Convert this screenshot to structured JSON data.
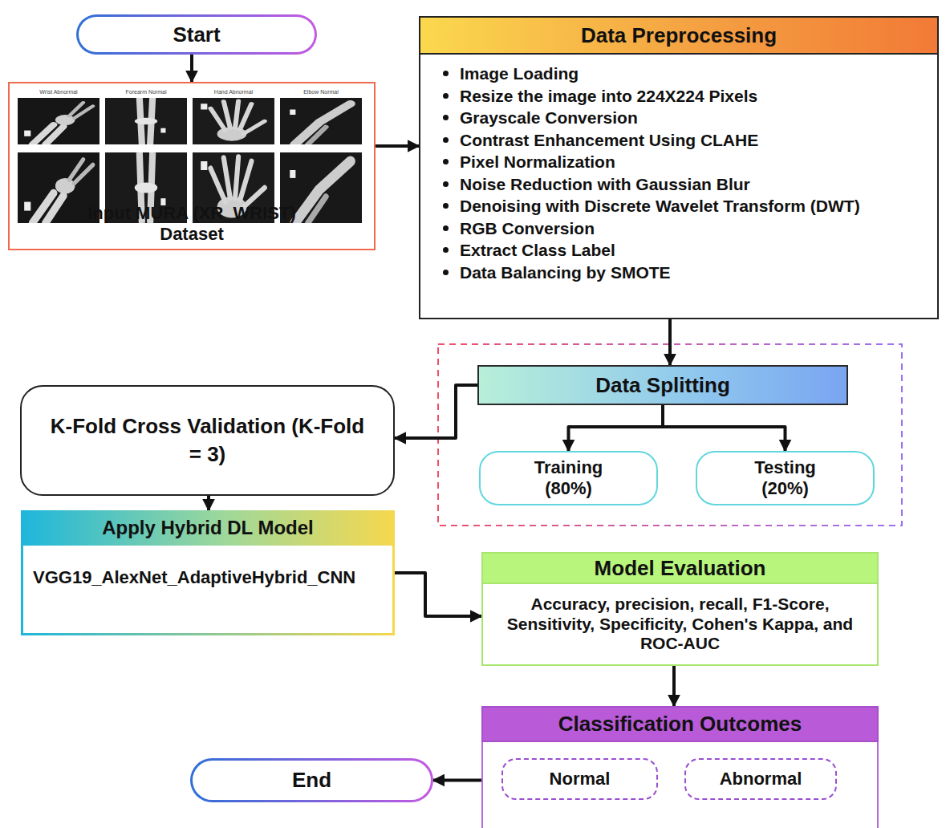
{
  "diagram": {
    "nodes": [
      {
        "text": [
          "Start"
        ]
      },
      {
        "text": [
          "Input MURA (XR_WRIST) Dataset"
        ]
      },
      {
        "text": [
          "Data Preprocessing",
          "Image Loading",
          "Resize the image into 224X224 Pixels",
          "Grayscale Conversion",
          "Contrast Enhancement Using CLAHE",
          "Pixel Normalization",
          "Noise Reduction with Gaussian Blur",
          "Denoising with Discrete Wavelet Transform (DWT)",
          "RGB Conversion",
          "Extract Class Label",
          "Data Balancing by SMOTE"
        ]
      },
      {
        "text": [
          "Data Splitting"
        ]
      },
      {
        "text": [
          "Training (80%)"
        ]
      },
      {
        "text": [
          "Testing (20%)"
        ]
      },
      {
        "text": [
          "K-Fold Cross Validation (K-Fold = 3)"
        ]
      },
      {
        "text": [
          "Apply Hybrid DL Model",
          "VGG19_AlexNet_AdaptiveHybrid_CNN"
        ]
      },
      {
        "text": [
          "Model Evaluation",
          "Accuracy, precision, recall, F1-Score, Sensitivity, Specificity, Cohen's Kappa, and ROC-AUC"
        ]
      },
      {
        "text": [
          "Classification Outcomes"
        ]
      },
      {
        "text": [
          "Normal"
        ],
        "in": 9
      },
      {
        "text": [
          "Abnormal"
        ],
        "in": 9
      },
      {
        "text": [
          "End"
        ]
      }
    ],
    "edges": [
      {
        "from": 0,
        "to": 1,
        "arrow": "to"
      },
      {
        "from": 1,
        "to": 2,
        "arrow": "to"
      },
      {
        "from": 2,
        "to": 3,
        "arrow": "to"
      },
      {
        "from": 3,
        "to": 4,
        "arrow": "to"
      },
      {
        "from": 3,
        "to": 5,
        "arrow": "to"
      },
      {
        "from": 3,
        "to": 6,
        "arrow": "to"
      },
      {
        "from": 6,
        "to": 7,
        "arrow": "to"
      },
      {
        "from": 7,
        "to": 8,
        "arrow": "to"
      },
      {
        "from": 8,
        "to": 9,
        "arrow": "to"
      },
      {
        "from": 9,
        "to": 12,
        "arrow": "to"
      }
    ],
    "labels": [
      "Wrist Abnormal",
      "Forearm Normal",
      "Hand Abnormal",
      "Elbow Normal"
    ]
  }
}
